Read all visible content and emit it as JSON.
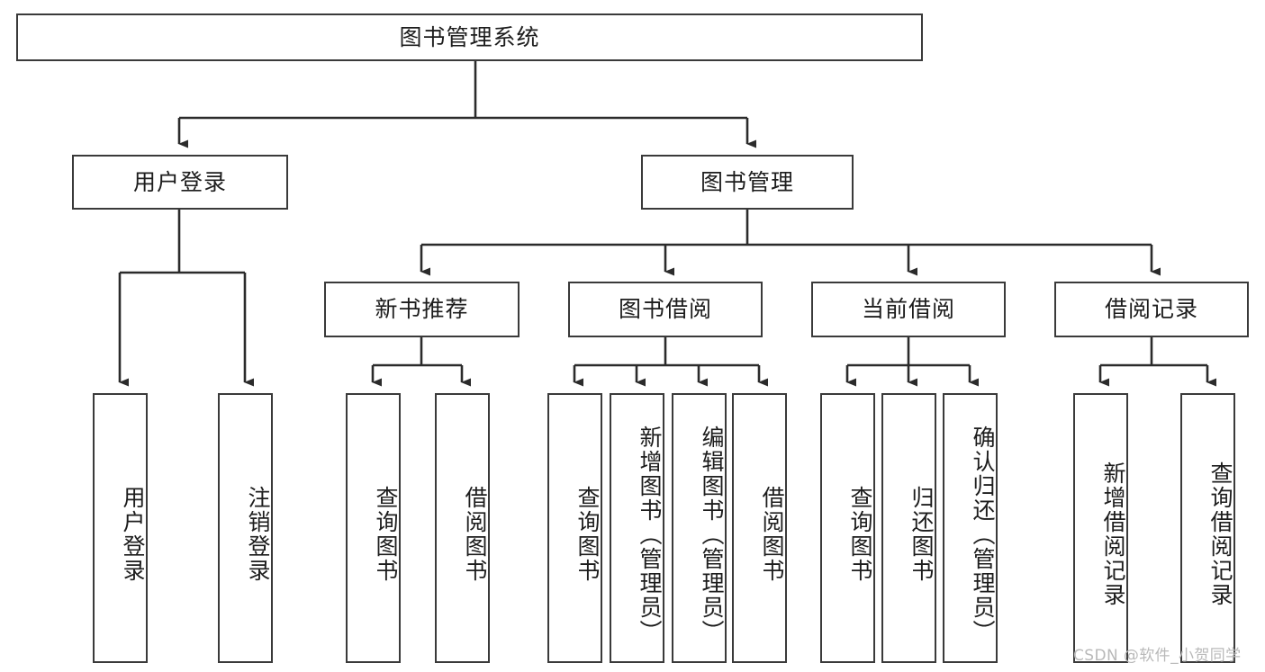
{
  "diagram": {
    "title": "图书管理系统",
    "type": "tree-hierarchy",
    "watermark": "CSDN @软件_小贺同学",
    "colors": {
      "background": "#ffffff",
      "box_border": "#3a3a3a",
      "box_fill": "#ffffff",
      "connector": "#2b2b2b",
      "text": "#1d1d1d",
      "watermark": "#b9b9b9"
    },
    "nodes": {
      "root": {
        "label": "图书管理系统"
      },
      "level2": [
        {
          "id": "user-login",
          "label": "用户登录"
        },
        {
          "id": "book-manage",
          "label": "图书管理"
        }
      ],
      "level3": [
        {
          "id": "new-book-recommend",
          "label": "新书推荐"
        },
        {
          "id": "book-borrow",
          "label": "图书借阅"
        },
        {
          "id": "current-borrow",
          "label": "当前借阅"
        },
        {
          "id": "borrow-record",
          "label": "借阅记录"
        }
      ],
      "leaves": {
        "user_login": [
          {
            "id": "leaf-user-login",
            "label": "用户登录"
          },
          {
            "id": "leaf-user-logout",
            "label": "注销登录"
          }
        ],
        "new_book_recommend": [
          {
            "id": "leaf-query-book-1",
            "label": "查询图书"
          },
          {
            "id": "leaf-borrow-book-1",
            "label": "借阅图书"
          }
        ],
        "book_borrow": [
          {
            "id": "leaf-query-book-2",
            "label": "查询图书"
          },
          {
            "id": "leaf-add-book",
            "label": "新增图书（管理员）"
          },
          {
            "id": "leaf-edit-book",
            "label": "编辑图书（管理员）"
          },
          {
            "id": "leaf-borrow-book-2",
            "label": "借阅图书"
          }
        ],
        "current_borrow": [
          {
            "id": "leaf-query-book-3",
            "label": "查询图书"
          },
          {
            "id": "leaf-return-book",
            "label": "归还图书"
          },
          {
            "id": "leaf-confirm-return",
            "label": "确认归还（管理员）"
          }
        ],
        "borrow_record": [
          {
            "id": "leaf-add-record",
            "label": "新增借阅记录"
          },
          {
            "id": "leaf-query-record",
            "label": "查询借阅记录"
          }
        ]
      }
    }
  }
}
